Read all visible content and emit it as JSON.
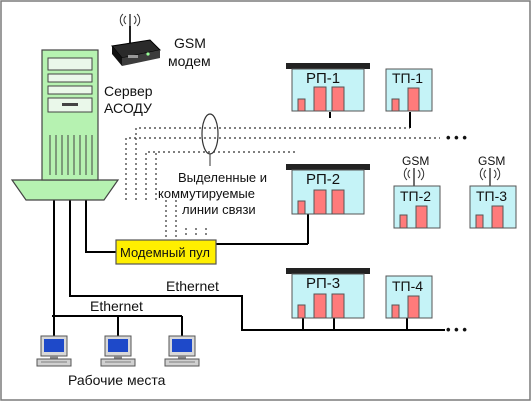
{
  "server": {
    "line1": "Сервер",
    "line2": "АСОДУ"
  },
  "modem": {
    "line1": "GSM",
    "line2": "модем"
  },
  "modem_pool": {
    "label": "Модемный пул"
  },
  "links": {
    "line1": "Выделенные и",
    "line2": "коммутируемые",
    "line3": "линии связи"
  },
  "networks": {
    "ethernet_top": "Ethernet",
    "ethernet_bottom": "Ethernet"
  },
  "workstations": {
    "label": "Рабочие места"
  },
  "substations": {
    "rp1": "РП-1",
    "rp2": "РП-2",
    "rp3": "РП-3",
    "tp1": "ТП-1",
    "tp2": "ТП-2",
    "tp3": "ТП-3",
    "tp4": "ТП-4"
  },
  "gsm_tags": {
    "tp2": "GSM",
    "tp3": "GSM"
  },
  "colors": {
    "server_body": "#b6f2b1",
    "station_body": "#c5f3f7",
    "station_bar": "#ff7b7b",
    "modem_pool": "#ffef00",
    "frame": "#7b7b7b"
  }
}
